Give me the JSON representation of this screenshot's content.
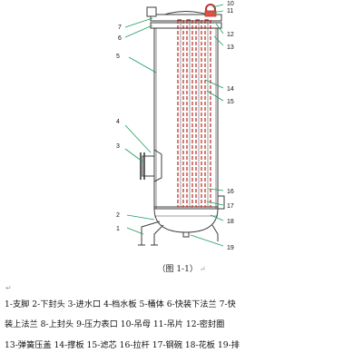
{
  "diagram": {
    "callouts": [
      {
        "num": "7"
      },
      {
        "num": "6"
      },
      {
        "num": "5"
      },
      {
        "num": "4"
      },
      {
        "num": "3"
      },
      {
        "num": "2"
      },
      {
        "num": "1"
      },
      {
        "num": "10"
      },
      {
        "num": "11"
      },
      {
        "num": "12"
      },
      {
        "num": "13"
      },
      {
        "num": "14"
      },
      {
        "num": "15"
      },
      {
        "num": "16"
      },
      {
        "num": "17"
      },
      {
        "num": "18"
      },
      {
        "num": "19"
      }
    ]
  },
  "caption": {
    "text": "（图 1-1）",
    "tail": "↵"
  },
  "para_marks": [
    "↵"
  ],
  "legend": {
    "lines": [
      "1-支脚  2-下封头  3-进水口  4-档水板  5-桶体  6-快装下法兰  7-快",
      "装上法兰  8-上封头      9-压力表口      10-吊母  11-吊片  12-密封圈",
      "13-弹簧压盖   14-撑板   15-滤芯    16-拉杆  17-钢碗  18-花板  19-排"
    ]
  },
  "colors": {
    "line": "#3c3c3c",
    "leader": "#1a9e5e",
    "cartridge": "#b8261e",
    "lug": "#c03030"
  }
}
